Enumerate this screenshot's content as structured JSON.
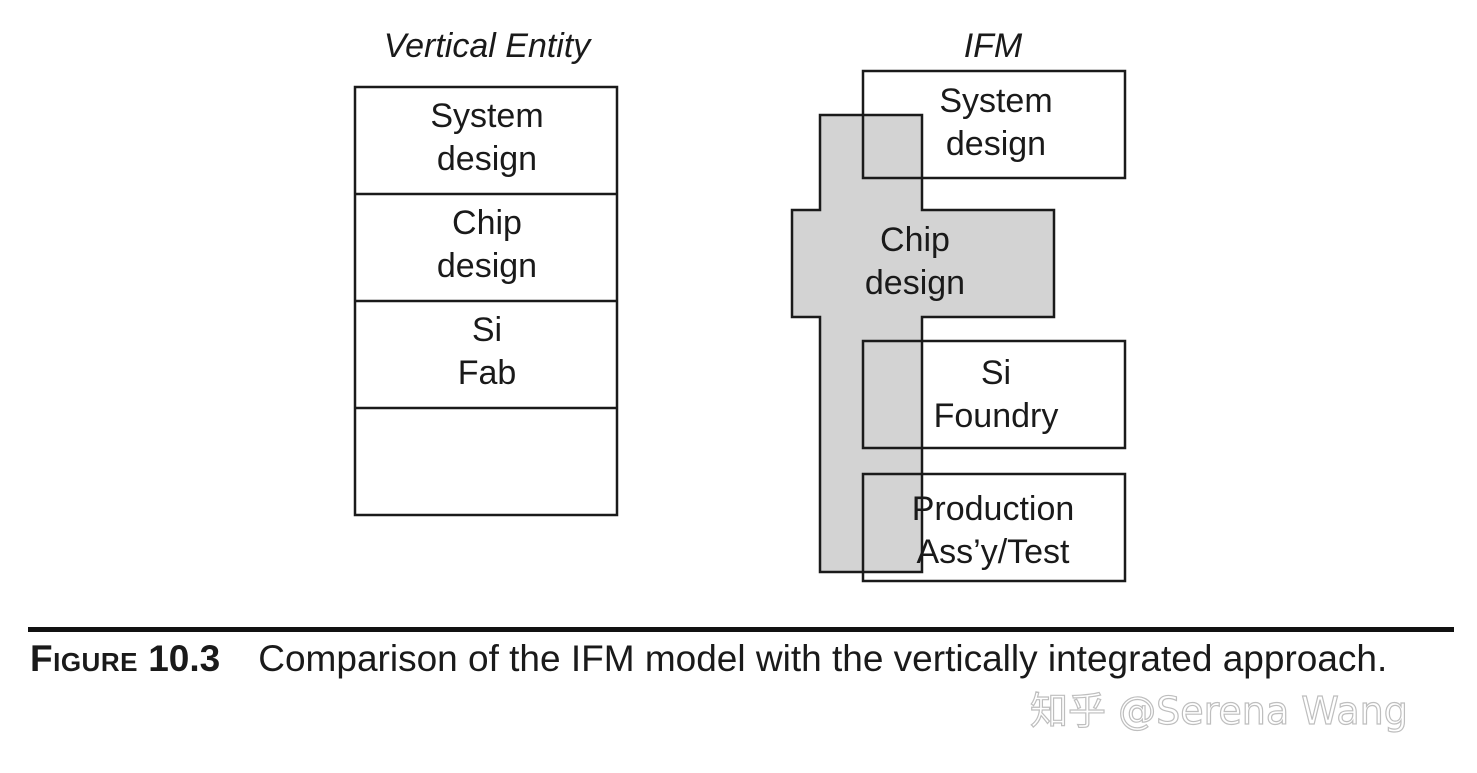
{
  "left_diagram": {
    "title": "Vertical Entity",
    "cells": [
      {
        "lines": [
          "System",
          "design"
        ]
      },
      {
        "lines": [
          "Chip",
          "design"
        ]
      },
      {
        "lines": [
          "Si",
          "Fab"
        ]
      },
      {
        "lines": []
      }
    ]
  },
  "right_diagram": {
    "title": "IFM",
    "boxes": [
      {
        "lines": [
          "System",
          "design"
        ]
      },
      {
        "lines": [
          "Chip",
          "design"
        ]
      },
      {
        "lines": [
          "Si",
          "Foundry"
        ]
      },
      {
        "lines": [
          "Production",
          "Ass’y/Test"
        ]
      }
    ],
    "highlight_color": "#d3d3d3"
  },
  "caption": {
    "figure_label": "Figure",
    "figure_number": "10.3",
    "text": "Comparison of the IFM model with the vertically integrated approach."
  },
  "watermark": {
    "text": "知乎 @Serena Wang"
  }
}
